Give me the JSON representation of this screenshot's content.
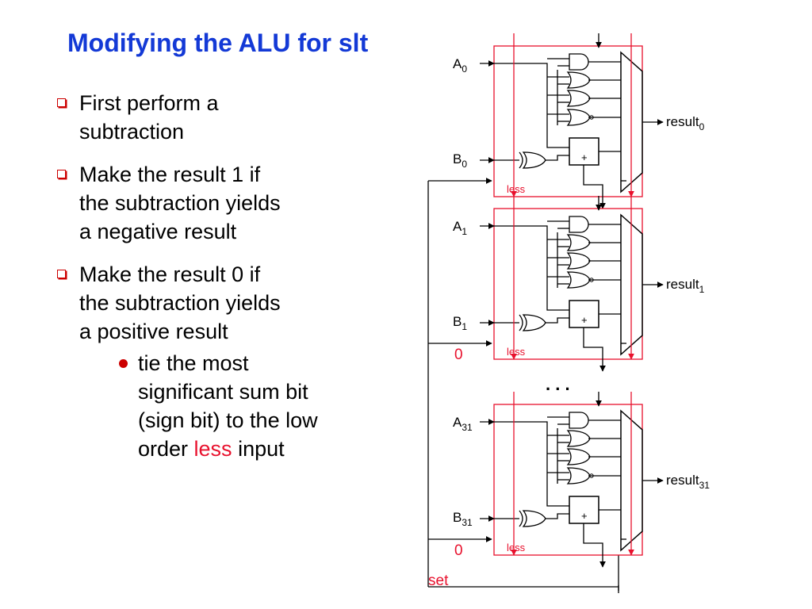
{
  "title": "Modifying the ALU for slt",
  "bullets": [
    {
      "lines": [
        "First perform a",
        "subtraction"
      ]
    },
    {
      "lines": [
        "Make the result 1 if",
        "the subtraction yields",
        "a negative result"
      ]
    },
    {
      "lines": [
        "Make the result 0 if",
        "the subtraction yields",
        "a positive result"
      ]
    }
  ],
  "sub_bullet": {
    "lines": [
      "tie the most",
      "significant sum bit",
      "(sign bit) to the low"
    ],
    "last_prefix": "order ",
    "last_highlight": "less",
    "last_suffix": " input"
  },
  "diagram": {
    "stages": [
      {
        "a_main": "A",
        "a_sub": "0",
        "b_main": "B",
        "b_sub": "0",
        "r_main": "result",
        "r_sub": "0",
        "zero": "",
        "less": "less",
        "adder": "+"
      },
      {
        "a_main": "A",
        "a_sub": "1",
        "b_main": "B",
        "b_sub": "1",
        "r_main": "result",
        "r_sub": "1",
        "zero": "0",
        "less": "less",
        "adder": "+"
      },
      {
        "a_main": "A",
        "a_sub": "31",
        "b_main": "B",
        "b_sub": "31",
        "r_main": "result",
        "r_sub": "31",
        "zero": "0",
        "less": "less",
        "adder": "+"
      }
    ],
    "set_label": "set",
    "ellipsis": ". . ."
  },
  "colors": {
    "title": "#1339d6",
    "highlight": "#e8112d",
    "wire": "#000000",
    "box": "#e8112d"
  }
}
